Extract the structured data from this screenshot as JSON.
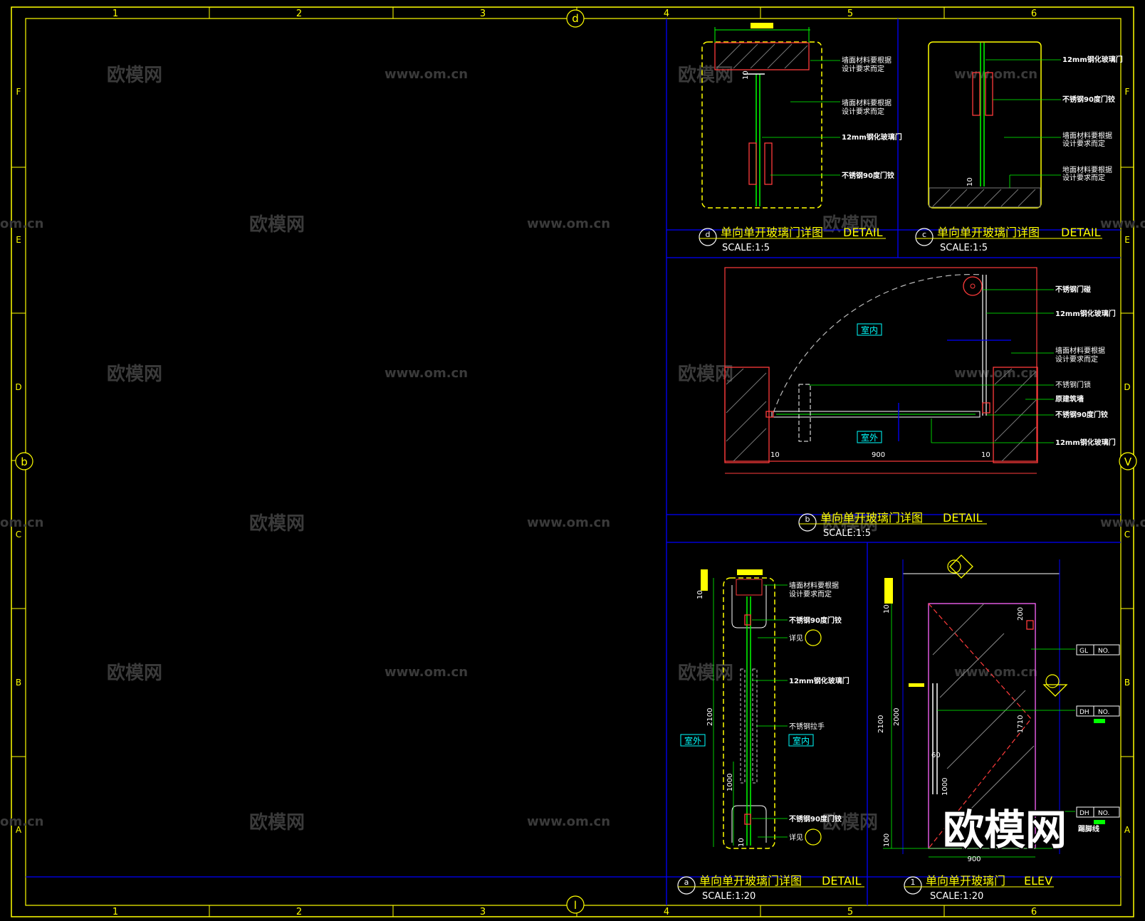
{
  "grid": {
    "columns": [
      "1",
      "2",
      "3",
      "4",
      "5",
      "6"
    ],
    "rows": [
      "F",
      "E",
      "D",
      "C",
      "B",
      "A"
    ]
  },
  "bubbles": {
    "top": "d",
    "bottom": "l",
    "left": "b",
    "right": "V"
  },
  "watermarks": {
    "cn": "欧模网",
    "url": "www.om.cn",
    "url_cut": "om.cn",
    "big": "欧模网"
  },
  "details": {
    "d": {
      "letter": "d",
      "title": "单向单开玻璃门详图",
      "subtitle": "DETAIL",
      "scale": "SCALE:1:5",
      "labels": [
        "墙面材料要根据",
        "设计要求而定",
        "墙面材料要根据",
        "设计要求而定",
        "12mm钢化玻璃门",
        "不锈钢90度门铰"
      ],
      "dim": "10"
    },
    "c": {
      "letter": "c",
      "title": "单向单开玻璃门详图",
      "subtitle": "DETAIL",
      "scale": "SCALE:1:5",
      "labels": [
        "12mm钢化玻璃门",
        "不锈钢90度门铰",
        "墙面材料要根据",
        "设计要求而定",
        "地面材料要根据",
        "设计要求而定"
      ],
      "dim": "10"
    },
    "b": {
      "letter": "b",
      "title": "单向单开玻璃门详图",
      "subtitle": "DETAIL",
      "scale": "SCALE:1:5",
      "labels": [
        "不锈钢门碰",
        "12mm钢化玻璃门",
        "墙面材料要根据",
        "设计要求而定",
        "不锈钢门锁",
        "原建筑墙",
        "不锈钢90度门铰",
        "12mm钢化玻璃门"
      ],
      "inside": "室内",
      "outside": "室外",
      "dims": [
        "10",
        "900",
        "10"
      ]
    },
    "a": {
      "letter": "a",
      "title": "单向单开玻璃门详图",
      "subtitle": "DETAIL",
      "scale": "SCALE:1:20",
      "labels": [
        "墙面材料要根据",
        "设计要求而定",
        "不锈钢90度门铰",
        "详见",
        "12mm钢化玻璃门",
        "不锈钢拉手",
        "不锈钢90度门铰",
        "详见"
      ],
      "outside": "室外",
      "inside": "室内",
      "dims": [
        "10",
        "2100",
        "1000",
        "10"
      ]
    },
    "e1": {
      "letter": "1",
      "title": "单向单开玻璃门",
      "subtitle": "ELEV",
      "scale": "SCALE:1:20",
      "dims": [
        "10",
        "2100",
        "2000",
        "200",
        "1710",
        "60",
        "1000",
        "100",
        "900"
      ],
      "tags": [
        "GL",
        "NO.",
        "DH",
        "NO.",
        "DH",
        "NO."
      ],
      "base_label": "踢脚线"
    }
  }
}
